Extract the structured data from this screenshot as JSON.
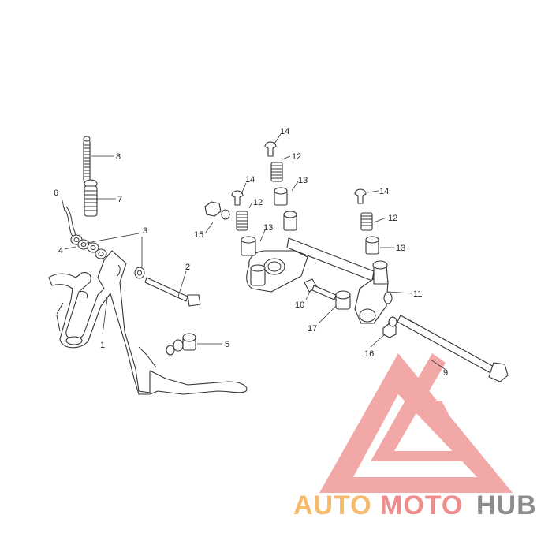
{
  "colors": {
    "logo_red": "#f08c8c",
    "logo_orange": "#f7b96b",
    "logo_gray": "#8c8c8c",
    "line": "#333333"
  },
  "callouts": [
    "1",
    "2",
    "3",
    "4",
    "5",
    "6",
    "7",
    "8",
    "9",
    "10",
    "11",
    "12",
    "13",
    "14",
    "15",
    "16",
    "17"
  ],
  "watermark": {
    "word1": "AUTO",
    "word2": "MOTO",
    "word3": "HUB"
  }
}
